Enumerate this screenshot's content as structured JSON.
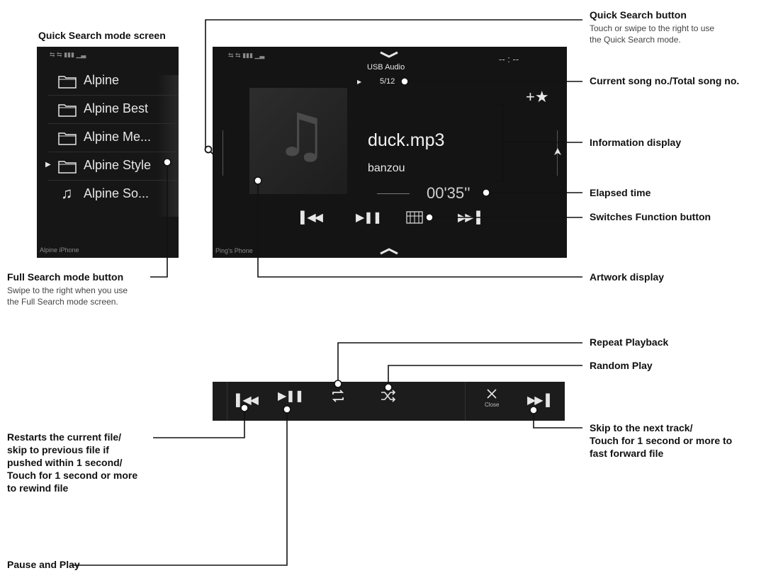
{
  "quick_search_screen": {
    "title": "Quick Search mode screen",
    "items": [
      {
        "label": "Alpine",
        "icon": "folder-icon"
      },
      {
        "label": "Alpine Best",
        "icon": "folder-icon"
      },
      {
        "label": "Alpine Me...",
        "icon": "folder-icon"
      },
      {
        "label": "Alpine Style",
        "icon": "folder-icon",
        "selected": true
      },
      {
        "label": "Alpine So...",
        "icon": "music-note-icon"
      }
    ],
    "footer": "Alpine iPhone"
  },
  "main_screen": {
    "source": "USB Audio",
    "song_counter": "5/12",
    "clock": "-- : --",
    "song_title": "duck.mp3",
    "artist": "banzou",
    "elapsed": "00'35''",
    "footer": "Ping's Phone"
  },
  "callouts": {
    "quick_search_button": {
      "title": "Quick Search button",
      "desc": [
        "Touch or swipe to the right to use",
        "the Quick Search mode."
      ]
    },
    "current_song": {
      "title": "Current song no./Total song no."
    },
    "information_display": {
      "title": "Information display"
    },
    "elapsed_time": {
      "title": "Elapsed time"
    },
    "switches_function": {
      "title": "Switches Function button"
    },
    "artwork_display": {
      "title": "Artwork display"
    },
    "full_search": {
      "title": "Full Search mode button",
      "desc": [
        "Swipe to the right when you use",
        "the Full Search mode screen."
      ]
    },
    "repeat_playback": {
      "title": "Repeat Playback"
    },
    "random_play": {
      "title": "Random Play"
    },
    "restart": {
      "lines": [
        "Restarts the current file/",
        "skip to previous file if",
        "pushed within 1 second/",
        "Touch for 1 second or more",
        "to rewind file"
      ]
    },
    "skip_next": {
      "lines": [
        "Skip to the next track/",
        "Touch for 1 second or more to",
        "fast forward file"
      ]
    },
    "pause_play": {
      "title": "Pause and Play"
    }
  },
  "function_bar": {
    "close_label": "Close"
  },
  "colors": {
    "screen_bg": "#141414",
    "bar_bg": "#1c1c1c",
    "screen_text": "#e6e6e6",
    "line": "#111111"
  }
}
